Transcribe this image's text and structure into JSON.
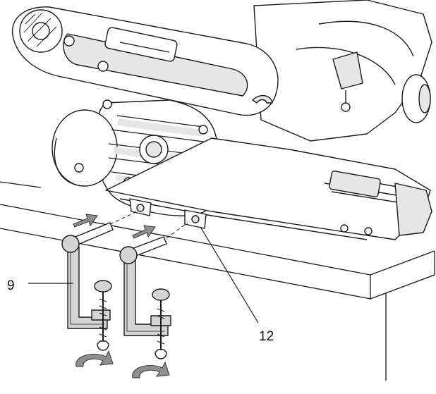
{
  "callouts": {
    "clamp": "9",
    "mount_hole": "12"
  },
  "colors": {
    "line": "#1a1a1a",
    "body_fill": "#ffffff",
    "shade": "#e6e6e6",
    "clamp_fill": "#d4d4d4",
    "arrow_fill": "#8f8f8f",
    "arrow_stroke": "#333333"
  },
  "icons": [
    "push-arrow",
    "rotate-arrow"
  ]
}
